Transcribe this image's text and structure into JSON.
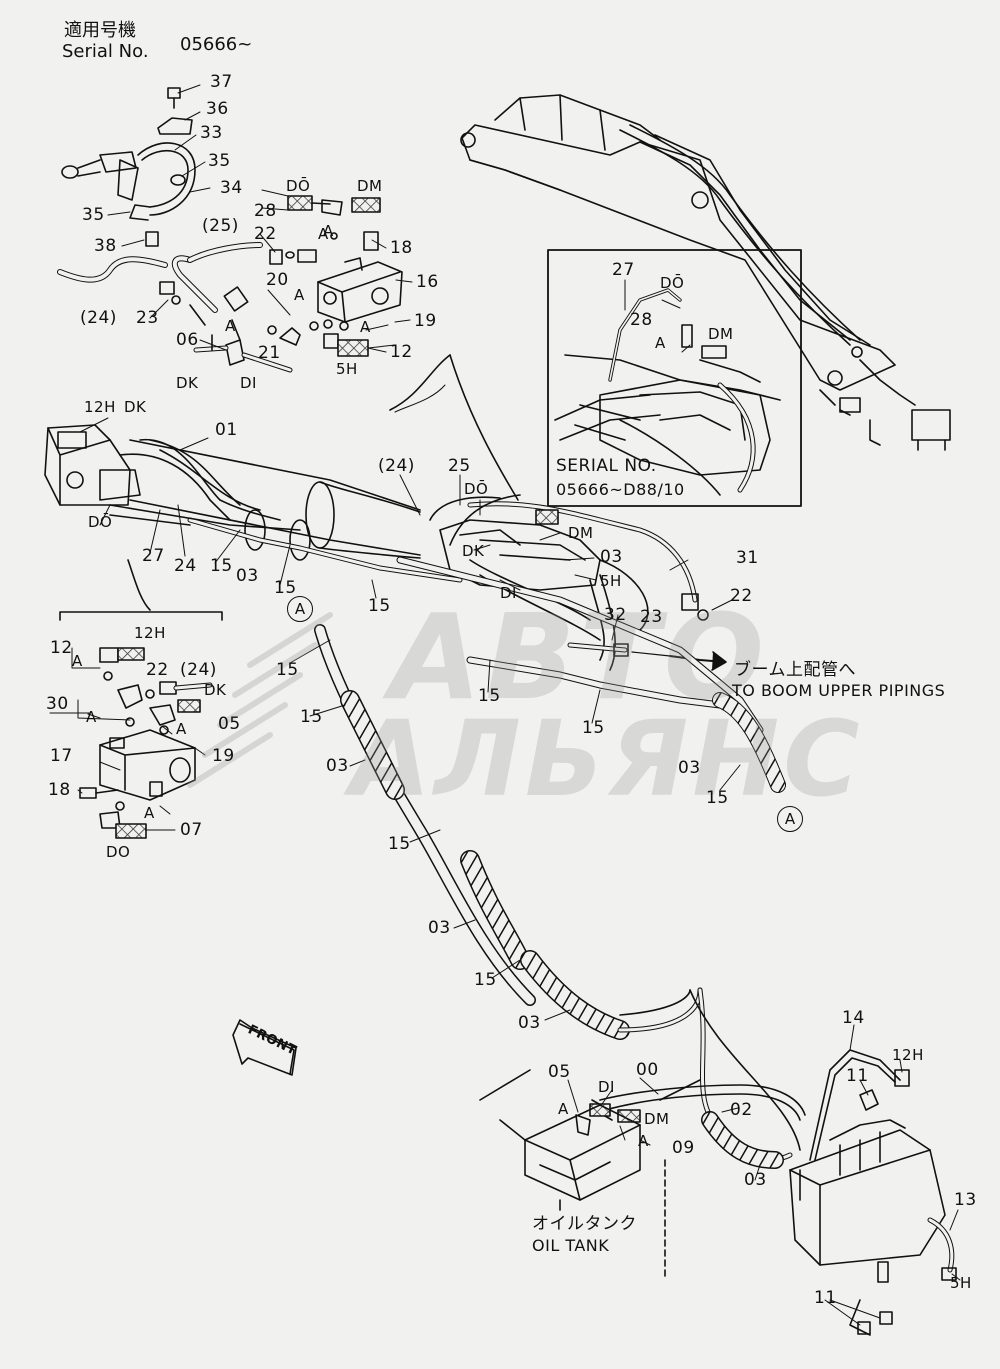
{
  "header": {
    "title_jp": "適用号機",
    "serial_label": "Serial No.",
    "serial_value": "05666~"
  },
  "inset": {
    "serial_label": "SERIAL  NO.",
    "serial_range": "05666~D88/10"
  },
  "destination": {
    "jp": "ブーム上配管へ",
    "en": "TO BOOM UPPER PIPINGS"
  },
  "tank": {
    "jp": "オイルタンク",
    "en": "OIL TANK"
  },
  "front_label": "FRONT",
  "watermark": {
    "line1": "АВТО",
    "line2": "АЛЬЯНС"
  },
  "callout_marker": "A",
  "part_labels": [
    {
      "id": "p37",
      "text": "37"
    },
    {
      "id": "p36",
      "text": "36"
    },
    {
      "id": "p33",
      "text": "33"
    },
    {
      "id": "p35a",
      "text": "35"
    },
    {
      "id": "p34",
      "text": "34"
    },
    {
      "id": "p35b",
      "text": "35"
    },
    {
      "id": "p38",
      "text": "38"
    },
    {
      "id": "p25",
      "text": "(25)"
    },
    {
      "id": "p22a",
      "text": "22"
    },
    {
      "id": "pAa",
      "text": "A"
    },
    {
      "id": "p24a",
      "text": "(24)"
    },
    {
      "id": "p23a",
      "text": "23"
    },
    {
      "id": "p20",
      "text": "20"
    },
    {
      "id": "pAb",
      "text": "A"
    },
    {
      "id": "pAc",
      "text": "A"
    },
    {
      "id": "p06",
      "text": "06"
    },
    {
      "id": "p21",
      "text": "21"
    },
    {
      "id": "pDKa",
      "text": "DK"
    },
    {
      "id": "pDIa",
      "text": "DI"
    },
    {
      "id": "pDOa",
      "text": "DŌ"
    },
    {
      "id": "pDMa",
      "text": "DM"
    },
    {
      "id": "p28a",
      "text": "28"
    },
    {
      "id": "pAd",
      "text": "A"
    },
    {
      "id": "p18a",
      "text": "18"
    },
    {
      "id": "p16",
      "text": "16"
    },
    {
      "id": "pAe",
      "text": "A"
    },
    {
      "id": "p19a",
      "text": "19"
    },
    {
      "id": "p12a",
      "text": "12"
    },
    {
      "id": "p5Ha",
      "text": "5H"
    },
    {
      "id": "p27a",
      "text": "27"
    },
    {
      "id": "pDOb",
      "text": "DŌ"
    },
    {
      "id": "p28b",
      "text": "28"
    },
    {
      "id": "pAf",
      "text": "A"
    },
    {
      "id": "pDMb",
      "text": "DM"
    },
    {
      "id": "p12H",
      "text": "12H"
    },
    {
      "id": "pDKb",
      "text": "DK"
    },
    {
      "id": "p01",
      "text": "01"
    },
    {
      "id": "pDOc",
      "text": "DŌ"
    },
    {
      "id": "p27b",
      "text": "27"
    },
    {
      "id": "p24b",
      "text": "24"
    },
    {
      "id": "p15a",
      "text": "15"
    },
    {
      "id": "p03a",
      "text": "03"
    },
    {
      "id": "p15b",
      "text": "15"
    },
    {
      "id": "p24c",
      "text": "(24)"
    },
    {
      "id": "p25b",
      "text": "25"
    },
    {
      "id": "pDOd",
      "text": "DŌ"
    },
    {
      "id": "pDKc",
      "text": "DK"
    },
    {
      "id": "pDMc",
      "text": "DM"
    },
    {
      "id": "p03b",
      "text": "03"
    },
    {
      "id": "p5Hb",
      "text": "5H"
    },
    {
      "id": "pDIb",
      "text": "DI"
    },
    {
      "id": "p31",
      "text": "31"
    },
    {
      "id": "p22b",
      "text": "22"
    },
    {
      "id": "p15c",
      "text": "15"
    },
    {
      "id": "p32",
      "text": "32"
    },
    {
      "id": "p23b",
      "text": "23"
    },
    {
      "id": "p15d",
      "text": "15"
    },
    {
      "id": "p15e",
      "text": "15"
    },
    {
      "id": "p15f",
      "text": "15"
    },
    {
      "id": "p03c",
      "text": "03"
    },
    {
      "id": "p15g",
      "text": "15"
    },
    {
      "id": "p12b",
      "text": "12"
    },
    {
      "id": "p12Hb",
      "text": "12H"
    },
    {
      "id": "pAg",
      "text": "A"
    },
    {
      "id": "p22c",
      "text": "22"
    },
    {
      "id": "p24d",
      "text": "(24)"
    },
    {
      "id": "p30",
      "text": "30"
    },
    {
      "id": "pDKd",
      "text": "DK"
    },
    {
      "id": "pAh",
      "text": "A"
    },
    {
      "id": "p05a",
      "text": "05"
    },
    {
      "id": "p17",
      "text": "17"
    },
    {
      "id": "pAi",
      "text": "A"
    },
    {
      "id": "p19b",
      "text": "19"
    },
    {
      "id": "p18b",
      "text": "18"
    },
    {
      "id": "pAj",
      "text": "A"
    },
    {
      "id": "p07",
      "text": "07"
    },
    {
      "id": "pDOe",
      "text": "DO"
    },
    {
      "id": "p15h",
      "text": "15"
    },
    {
      "id": "p03d",
      "text": "03"
    },
    {
      "id": "p15i",
      "text": "15"
    },
    {
      "id": "p03e",
      "text": "03"
    },
    {
      "id": "p15j",
      "text": "15"
    },
    {
      "id": "p03f",
      "text": "03"
    },
    {
      "id": "p05b",
      "text": "05"
    },
    {
      "id": "pDIc",
      "text": "DI"
    },
    {
      "id": "p00",
      "text": "00"
    },
    {
      "id": "pAk",
      "text": "A"
    },
    {
      "id": "pDMd",
      "text": "DM"
    },
    {
      "id": "p02",
      "text": "02"
    },
    {
      "id": "pAl",
      "text": "A"
    },
    {
      "id": "p09",
      "text": "09"
    },
    {
      "id": "p03g",
      "text": "03"
    },
    {
      "id": "p14",
      "text": "14"
    },
    {
      "id": "p11a",
      "text": "11"
    },
    {
      "id": "p12Hc",
      "text": "12H"
    },
    {
      "id": "p13",
      "text": "13"
    },
    {
      "id": "p5Hc",
      "text": "5H"
    },
    {
      "id": "p11b",
      "text": "11"
    }
  ]
}
